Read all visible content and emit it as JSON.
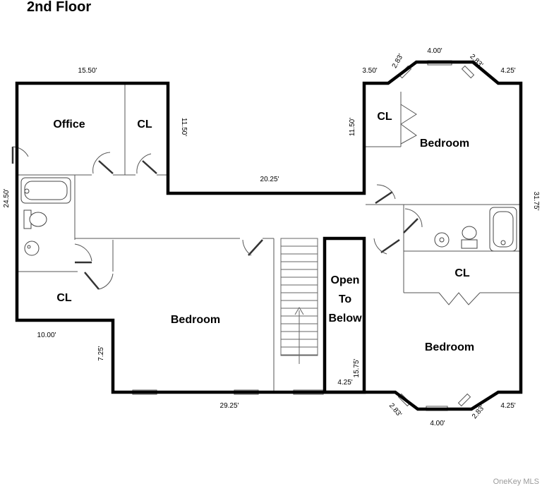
{
  "title": "2nd Floor",
  "rooms": {
    "office": "Office",
    "closet_top": "CL",
    "closet_bedroom_ne": "CL",
    "closet_sw": "CL",
    "closet_se": "CL",
    "bedroom_ne": "Bedroom",
    "bedroom_sw": "Bedroom",
    "bedroom_se": "Bedroom",
    "open_to_below": [
      "Open",
      "To",
      "Below"
    ]
  },
  "dimensions": {
    "top_left_width": "15.50'",
    "left_height": "24.50'",
    "notch_height": "11.50'",
    "center_width": "20.25'",
    "right_notch_height": "11.50'",
    "bay_top_left": "3.50'",
    "bay_top_angle_left": "2.83'",
    "bay_top_center": "4.00'",
    "bay_top_angle_right": "2.83'",
    "bay_top_right": "4.25'",
    "right_height": "31.75'",
    "lower_left_width": "10.00'",
    "lower_left_height": "7.25'",
    "bottom_width": "29.25'",
    "open_width": "4.25'",
    "open_height": "15.75'",
    "bay_bottom_angle_left": "2.83'",
    "bay_bottom_center": "4.00'",
    "bay_bottom_angle_right": "2.83'",
    "bay_bottom_right": "4.25'"
  },
  "watermark": "OneKey MLS"
}
